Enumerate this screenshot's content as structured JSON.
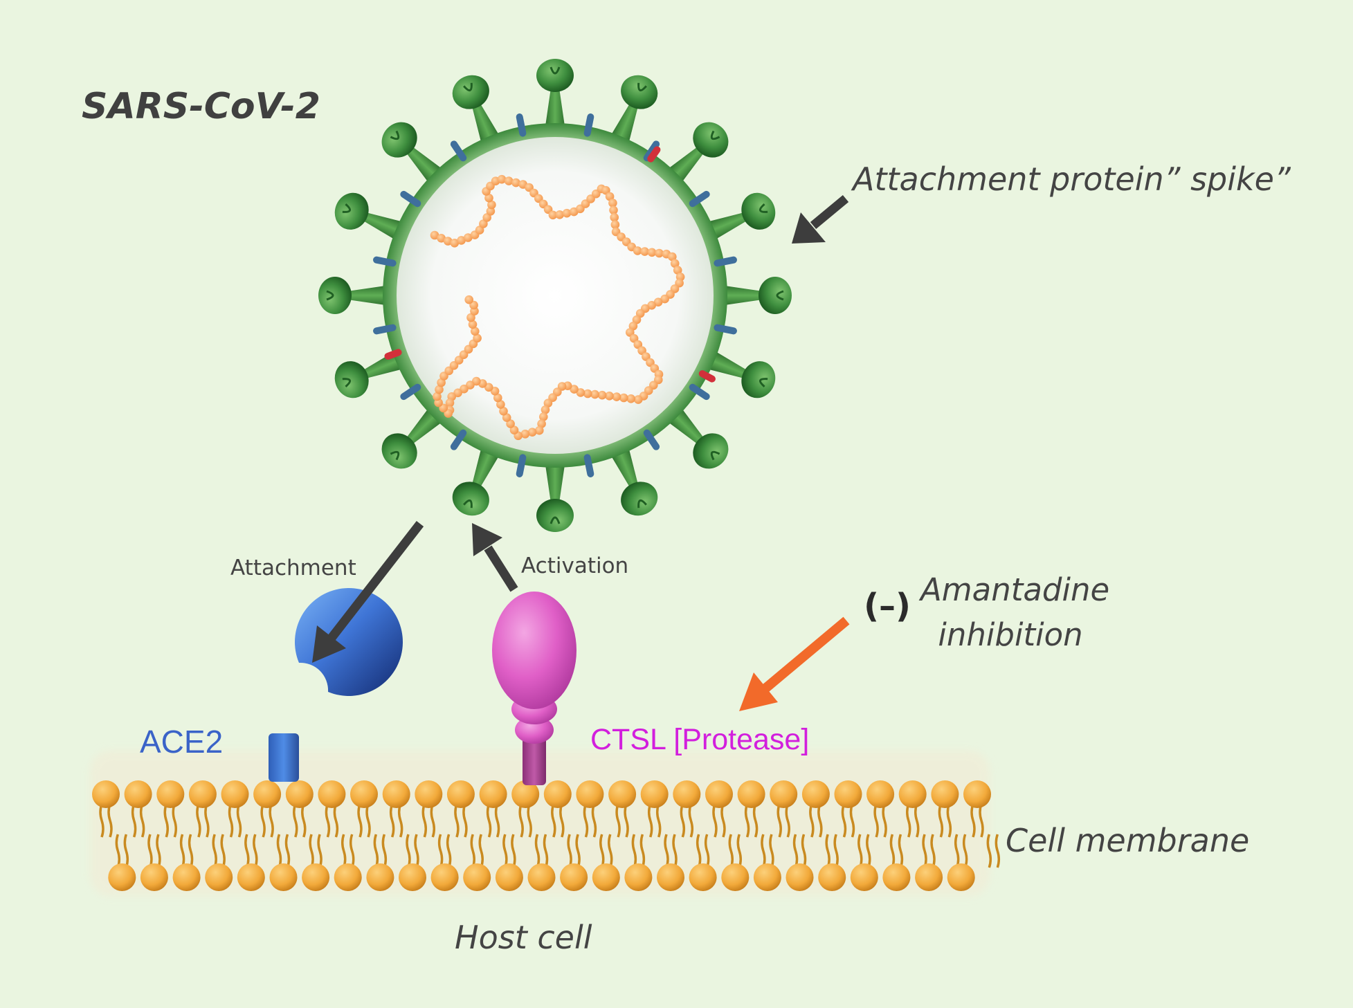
{
  "diagram": {
    "title": "SARS-CoV-2",
    "spike_label": "Attachment protein”  spike”",
    "attachment_label": "Attachment",
    "activation_label": "Activation",
    "inhibitor_label": "Amantadine inhibition",
    "inhibitor_symbol": "(–)",
    "receptor_label": "ACE2",
    "protease_label": "CTSL [Protease]",
    "membrane_label": "Cell membrane",
    "host_label": "Host cell"
  },
  "colors": {
    "background": "#eaf5e0",
    "virus_envelope": "#3e8a3e",
    "spike": "#3f8f3f",
    "rna": "#f5a55a",
    "receptor_ace2": "#3b6fd4",
    "protease_ctsl": "#d94fbf",
    "inhibition_arrow": "#f26a2a",
    "arrow": "#3d3d3d",
    "lipid_head": "#f2a93a",
    "ace2_text": "#3a63c8",
    "ctsl_text": "#d21fdd"
  }
}
